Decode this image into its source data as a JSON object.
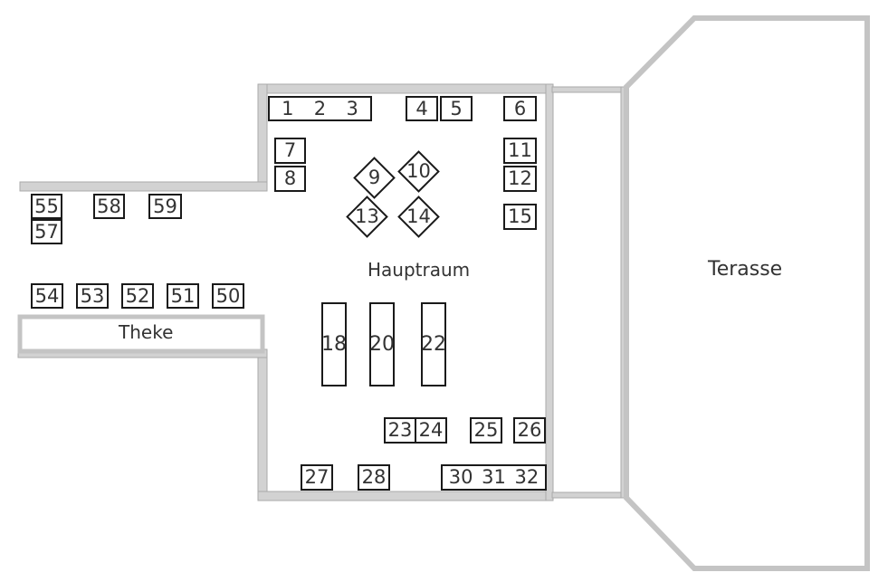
{
  "rooms": {
    "main": "Hauptraum",
    "terrace": "Terasse",
    "counter": "Theke"
  },
  "tables": {
    "t1": "1",
    "t2": "2",
    "t3": "3",
    "t4": "4",
    "t5": "5",
    "t6": "6",
    "t7": "7",
    "t8": "8",
    "t9": "9",
    "t10": "10",
    "t13": "13",
    "t14": "14",
    "t11": "11",
    "t12": "12",
    "t15": "15",
    "t18": "18",
    "t20": "20",
    "t22": "22",
    "t23": "23",
    "t24": "24",
    "t25": "25",
    "t26": "26",
    "t27": "27",
    "t28": "28",
    "t30": "30",
    "t31": "31",
    "t32": "32",
    "t50": "50",
    "t51": "51",
    "t52": "52",
    "t53": "53",
    "t54": "54",
    "t55": "55",
    "t57": "57",
    "t58": "58",
    "t59": "59"
  },
  "colors": {
    "wall": "#d2d2d2",
    "table_border": "#1a1a1a",
    "text": "#333333",
    "background": "#ffffff"
  }
}
